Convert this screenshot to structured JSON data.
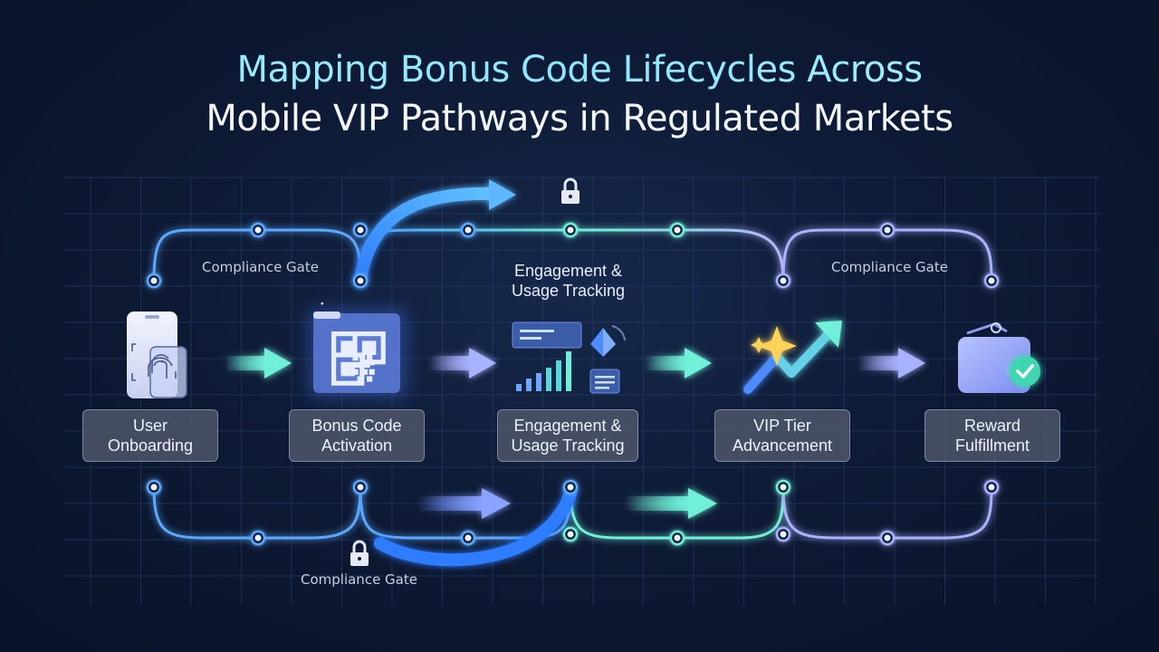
{
  "title": {
    "line1": "Mapping Bonus Code Lifecycles Across",
    "line2": "Mobile VIP Pathways in Regulated Markets"
  },
  "stages": [
    {
      "label": "User\nOnboarding",
      "icon": "fingerprint-phone-icon"
    },
    {
      "label": "Bonus Code\nActivation",
      "icon": "qr-code-icon"
    },
    {
      "label": "Engagement &\nUsage Tracking",
      "icon": "analytics-dashboard-icon"
    },
    {
      "label": "VIP Tier\nAdvancement",
      "icon": "trending-arrow-star-icon"
    },
    {
      "label": "Reward\nFulfillment",
      "icon": "wallet-check-icon"
    }
  ],
  "top_track_label": "Engagement &\nUsage Tracking",
  "compliance_gates": [
    {
      "label": "Compliance Gate"
    },
    {
      "label": "Compliance Gate"
    },
    {
      "label": "Compliance Gate"
    }
  ],
  "colors": {
    "title_gradient": "#9ff0ff",
    "blue_track": "#5aa8ff",
    "teal_track": "#6ff0d8",
    "violet_track": "#a9b2ff",
    "arrow_teal": "#6ff0d8",
    "arrow_violet": "#a9b2ff"
  }
}
